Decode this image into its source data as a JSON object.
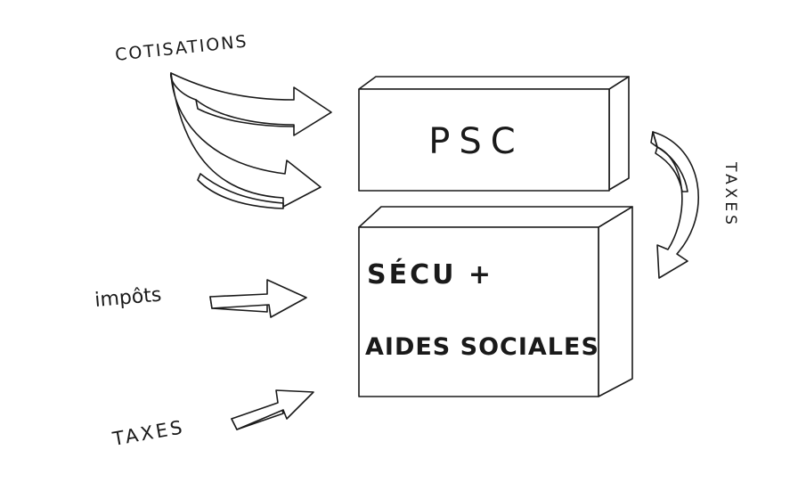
{
  "labels": {
    "cotisations": "COTISATIONS",
    "psc": "PSC",
    "taxes_right": "TAXES",
    "secu_line1": "SÉCU +",
    "secu_line2": "AIDES SOCIALES",
    "impots": "impôts",
    "taxes_bottom": "TAXES"
  }
}
